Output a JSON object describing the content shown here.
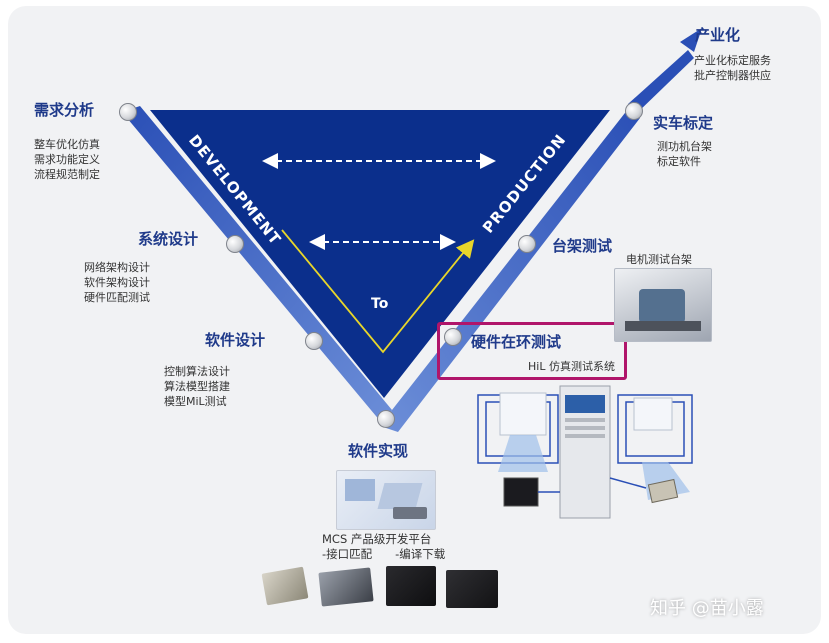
{
  "phases": {
    "requirements": {
      "title": "需求分析",
      "items": [
        "整车优化仿真",
        "需求功能定义",
        "流程规范制定"
      ]
    },
    "system_design": {
      "title": "系统设计",
      "items": [
        "网络架构设计",
        "软件架构设计",
        "硬件匹配测试"
      ]
    },
    "software_design": {
      "title": "软件设计",
      "items": [
        "控制算法设计",
        "算法模型搭建",
        "模型MiL测试"
      ]
    },
    "software_impl": {
      "title": "软件实现",
      "items": [
        "MCS 产品级开发平台",
        "-接口匹配　　-编译下载"
      ]
    },
    "hil_test": {
      "title": "硬件在环测试",
      "items": [
        "HiL 仿真测试系统"
      ]
    },
    "bench_test": {
      "title": "台架测试",
      "items": [
        "电机测试台架"
      ]
    },
    "vehicle_calib": {
      "title": "实车标定",
      "items": [
        "测功机台架",
        "标定软件"
      ]
    },
    "industrialization": {
      "title": "产业化",
      "items": [
        "产业化标定服务",
        "批产控制器供应"
      ]
    }
  },
  "diagram": {
    "left_label": "DEVELOPMENT",
    "right_label": "PRODUCTION",
    "center_label": "To"
  },
  "watermark": "知乎 @苗小露",
  "colors": {
    "triangle_blue": "#0b2f8c",
    "band_blue": "#3b5fc0",
    "title_blue": "#1f3a8a",
    "highlight_magenta": "#b0156a",
    "arrow_yellow": "#e8d62a"
  }
}
